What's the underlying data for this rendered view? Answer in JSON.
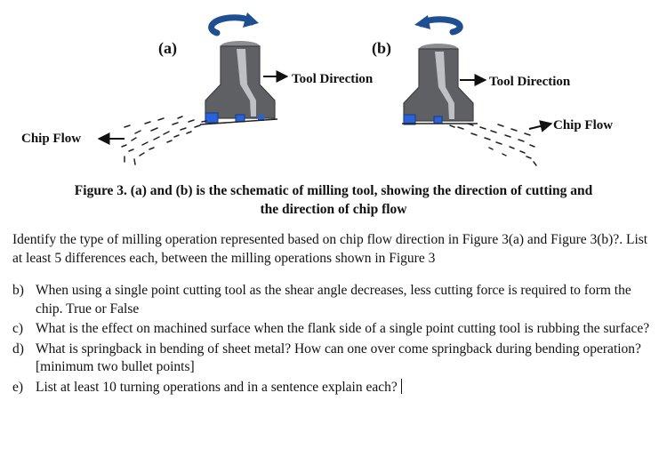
{
  "figure": {
    "label_a": "(a)",
    "label_b": "(b)",
    "tool_direction_a": "Tool Direction",
    "tool_direction_b": "Tool Direction",
    "chip_flow_a": "Chip Flow",
    "chip_flow_b": "Chip Flow"
  },
  "caption": {
    "line1": "Figure 3. (a) and (b) is the schematic of milling tool, showing the direction of cutting and",
    "line2": "the direction of chip flow"
  },
  "question": "Identify the type of milling operation represented based on chip flow direction in Figure 3(a) and Figure 3(b)?. List at least 5 differences each, between the milling operations shown in Figure 3",
  "parts": [
    {
      "marker": "b)",
      "text": "When using a single point cutting tool as the shear angle decreases, less cutting force is required to form the chip. True or False"
    },
    {
      "marker": "c)",
      "text": "What is the effect on machined surface when the flank side of a single point cutting tool is rubbing the surface?"
    },
    {
      "marker": "d)",
      "text": "What is springback in bending of sheet metal? How can one over come springback during bending operation? [minimum two bullet points]"
    },
    {
      "marker": "e)",
      "text": "List at least 10 turning operations and in a sentence explain each?"
    }
  ],
  "colors": {
    "tool_body": "#5f6064",
    "tool_highlight": "#c9cbd0",
    "rotation_arrow": "#1f4f93",
    "cutting_insert": "#2a62d8"
  }
}
